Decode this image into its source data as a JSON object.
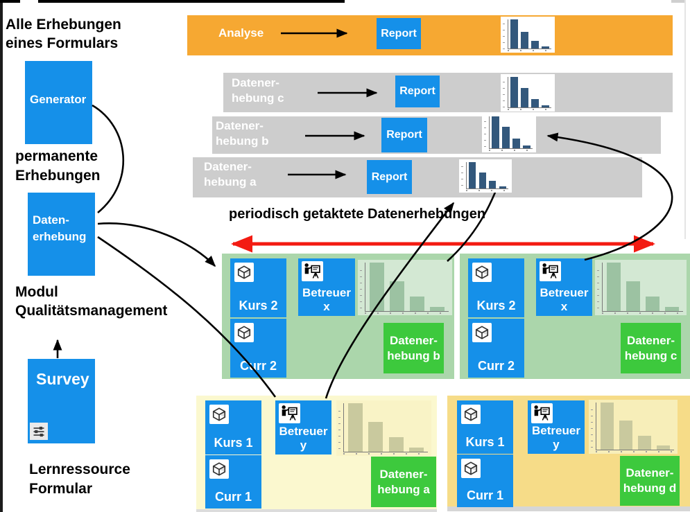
{
  "left_column": {
    "heading_top": "Alle Erhebungen\neines Formulars",
    "generator": "Generator",
    "heading_permanent": "permanente\nErhebungen",
    "datenerhebung": "Daten-\nerhebung",
    "heading_modul": "Modul\nQualitätsmanagement",
    "survey": "Survey",
    "heading_lernressource": "Lernressource\nFormular"
  },
  "analysis_row": {
    "label": "Analyse",
    "report": "Report"
  },
  "collection_rows": [
    {
      "label": "Datener-\nhebung c",
      "report": "Report"
    },
    {
      "label": "Datener-\nhebung b",
      "report": "Report"
    },
    {
      "label": "Datener-\nhebung a",
      "report": "Report"
    }
  ],
  "periodic_heading": "periodisch getaktete Datenerhebungen",
  "panels": [
    {
      "kurs": "Kurs 2",
      "betreuer": "Betreuer\nx",
      "curr": "Curr 2",
      "collection": "Datener-\nhebung b"
    },
    {
      "kurs": "Kurs 2",
      "betreuer": "Betreuer\nx",
      "curr": "Curr 2",
      "collection": "Datener-\nhebung c"
    },
    {
      "kurs": "Kurs 1",
      "betreuer": "Betreuer\ny",
      "curr": "Curr 1",
      "collection": "Datener-\nhebung a"
    },
    {
      "kurs": "Kurs 1",
      "betreuer": "Betreuer\ny",
      "curr": "Curr 1",
      "collection": "Datener-\nhebung d"
    }
  ],
  "icons": {
    "cube": "cube-icon (3D package box on Kurs/Curr cards)",
    "presenter": "presenter-icon (person at flipchart on Betreuer cards)",
    "sliders": "sliders-icon (settings sliders on Survey card)"
  },
  "colors": {
    "blue": "#1590E9",
    "orange": "#F6A832",
    "gray_bar": "#CDCDCD",
    "green_panel": "#ABD6AB",
    "green_collection": "#3DC93D",
    "yellow_panel_1": "#FBF8CF",
    "yellow_panel_2": "#F6DC88",
    "red_timeline": "#F31B12",
    "report_bar_color": "#33587C"
  },
  "chart_data": [
    {
      "name": "report-chart-analyse",
      "type": "bar",
      "values": [
        100,
        58,
        27,
        8
      ],
      "bar_color": "#33587C",
      "bg": "#FFFFFF",
      "categories": [],
      "tick_labels": "illegible"
    },
    {
      "name": "report-chart-c",
      "type": "bar",
      "values": [
        100,
        64,
        28,
        7
      ],
      "bar_color": "#33587C",
      "bg": "#FFFFFF",
      "categories": [],
      "tick_labels": "illegible"
    },
    {
      "name": "report-chart-b",
      "type": "bar",
      "values": [
        100,
        68,
        31,
        9
      ],
      "bar_color": "#33587C",
      "bg": "#FFFFFF",
      "categories": [],
      "tick_labels": "illegible"
    },
    {
      "name": "report-chart-a",
      "type": "bar",
      "values": [
        100,
        60,
        28,
        8
      ],
      "bar_color": "#33587C",
      "bg": "#FFFFFF",
      "categories": [],
      "tick_labels": "illegible"
    },
    {
      "name": "panel-chart-green-1",
      "type": "bar",
      "values": [
        100,
        62,
        30,
        9
      ],
      "bar_color": "#9CC2A2",
      "bg": "#D3E8D3",
      "categories": [],
      "tick_labels": "illegible"
    },
    {
      "name": "panel-chart-green-2",
      "type": "bar",
      "values": [
        100,
        62,
        30,
        9
      ],
      "bar_color": "#9CC2A2",
      "bg": "#D3E8D3",
      "categories": [],
      "tick_labels": "illegible"
    },
    {
      "name": "panel-chart-yellow-1",
      "type": "bar",
      "values": [
        100,
        62,
        30,
        9
      ],
      "bar_color": "#C9C99E",
      "bg": "#F9F3C6",
      "categories": [],
      "tick_labels": "illegible"
    },
    {
      "name": "panel-chart-yellow-2",
      "type": "bar",
      "values": [
        100,
        62,
        30,
        9
      ],
      "bar_color": "#C9C99E",
      "bg": "#F7EEB9",
      "categories": [],
      "tick_labels": "illegible"
    }
  ]
}
